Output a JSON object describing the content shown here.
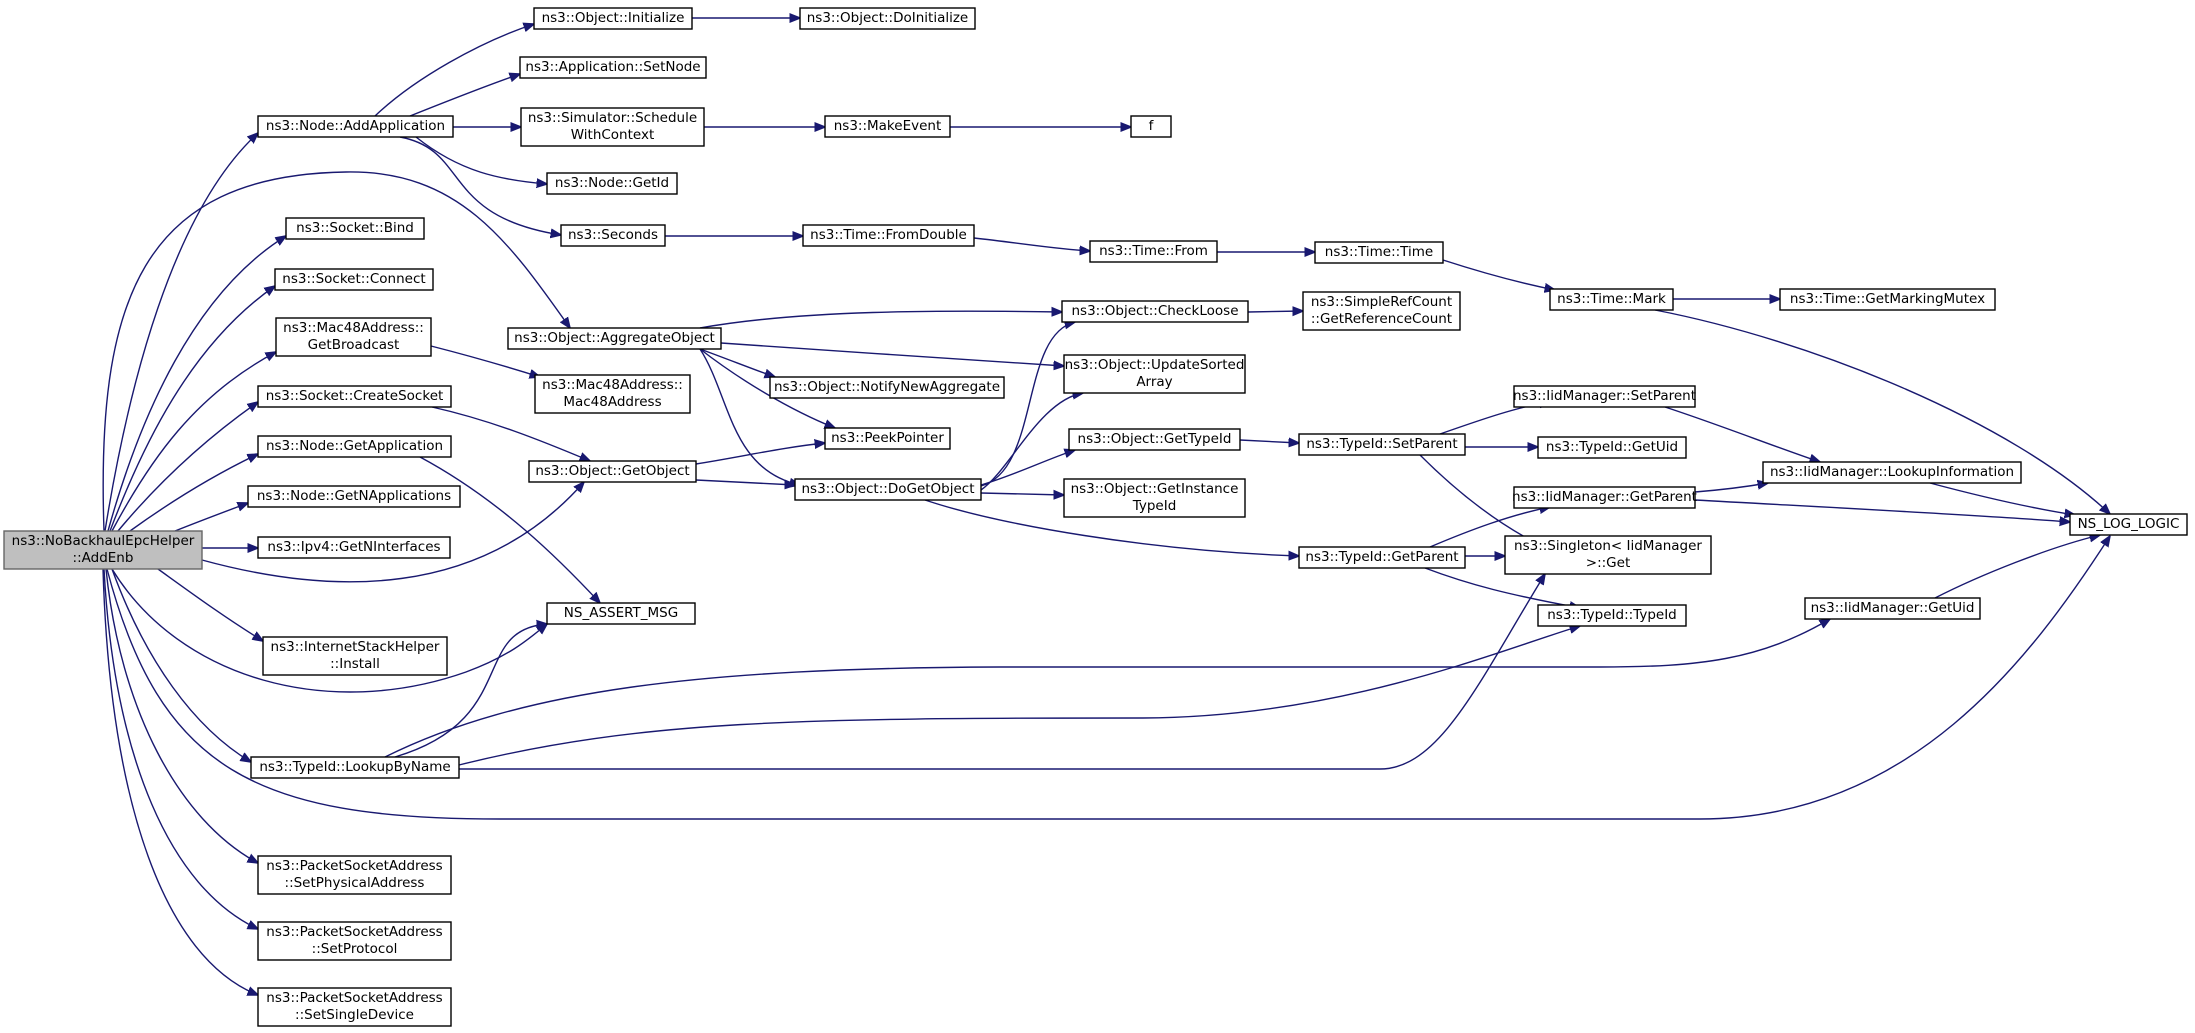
{
  "diagram": {
    "type": "call-graph",
    "colors": {
      "edge": "#191970",
      "node_border": "#000000",
      "root_fill": "#bfbfbf",
      "node_fill": "#ffffff"
    },
    "nodes": [
      {
        "id": "root",
        "name": "node-nobackhaulepchelper-addenb",
        "lines": [
          "ns3::NoBackhaulEpcHelper",
          "::AddEnb"
        ],
        "root": true
      },
      {
        "id": "addApp",
        "name": "node-node-addapplication",
        "lines": [
          "ns3::Node::AddApplication"
        ]
      },
      {
        "id": "sockBind",
        "name": "node-socket-bind",
        "lines": [
          "ns3::Socket::Bind"
        ]
      },
      {
        "id": "sockConnect",
        "name": "node-socket-connect",
        "lines": [
          "ns3::Socket::Connect"
        ]
      },
      {
        "id": "macGetBcast",
        "name": "node-mac48address-getbroadcast",
        "lines": [
          "ns3::Mac48Address::",
          "GetBroadcast"
        ]
      },
      {
        "id": "createSock",
        "name": "node-socket-createsocket",
        "lines": [
          "ns3::Socket::CreateSocket"
        ]
      },
      {
        "id": "getApp",
        "name": "node-node-getapplication",
        "lines": [
          "ns3::Node::GetApplication"
        ]
      },
      {
        "id": "getNApps",
        "name": "node-node-getnapplications",
        "lines": [
          "ns3::Node::GetNApplications"
        ]
      },
      {
        "id": "getNIf",
        "name": "node-ipv4-getninterfaces",
        "lines": [
          "ns3::Ipv4::GetNInterfaces"
        ]
      },
      {
        "id": "install",
        "name": "node-internetstackhelper-install",
        "lines": [
          "ns3::InternetStackHelper",
          "::Install"
        ]
      },
      {
        "id": "lookupByName",
        "name": "node-typeid-lookupbyname",
        "lines": [
          "ns3::TypeId::LookupByName"
        ]
      },
      {
        "id": "setPhys",
        "name": "node-packetsocketaddress-setphysicaladdress",
        "lines": [
          "ns3::PacketSocketAddress",
          "::SetPhysicalAddress"
        ]
      },
      {
        "id": "setProto",
        "name": "node-packetsocketaddress-setprotocol",
        "lines": [
          "ns3::PacketSocketAddress",
          "::SetProtocol"
        ]
      },
      {
        "id": "setSingle",
        "name": "node-packetsocketaddress-setsingledevice",
        "lines": [
          "ns3::PacketSocketAddress",
          "::SetSingleDevice"
        ]
      },
      {
        "id": "objInit",
        "name": "node-object-initialize",
        "lines": [
          "ns3::Object::Initialize"
        ]
      },
      {
        "id": "appSetNode",
        "name": "node-application-setnode",
        "lines": [
          "ns3::Application::SetNode"
        ]
      },
      {
        "id": "schedCtx",
        "name": "node-simulator-schedulewithcontext",
        "lines": [
          "ns3::Simulator::Schedule",
          "WithContext"
        ]
      },
      {
        "id": "nodeGetId",
        "name": "node-node-getid",
        "lines": [
          "ns3::Node::GetId"
        ]
      },
      {
        "id": "seconds",
        "name": "node-seconds",
        "lines": [
          "ns3::Seconds"
        ]
      },
      {
        "id": "aggObj",
        "name": "node-object-aggregateobject",
        "lines": [
          "ns3::Object::AggregateObject"
        ]
      },
      {
        "id": "macCtor",
        "name": "node-mac48address-mac48address",
        "lines": [
          "ns3::Mac48Address::",
          "Mac48Address"
        ]
      },
      {
        "id": "getObj",
        "name": "node-object-getobject",
        "lines": [
          "ns3::Object::GetObject"
        ]
      },
      {
        "id": "assertMsg",
        "name": "node-ns-assert-msg",
        "lines": [
          "NS_ASSERT_MSG"
        ]
      },
      {
        "id": "doInit",
        "name": "node-object-doinitialize",
        "lines": [
          "ns3::Object::DoInitialize"
        ]
      },
      {
        "id": "makeEvent",
        "name": "node-makeevent",
        "lines": [
          "ns3::MakeEvent"
        ]
      },
      {
        "id": "f",
        "name": "node-f",
        "lines": [
          "f"
        ]
      },
      {
        "id": "fromDouble",
        "name": "node-time-fromdouble",
        "lines": [
          "ns3::Time::FromDouble"
        ]
      },
      {
        "id": "notifyAgg",
        "name": "node-object-notifynewaggregate",
        "lines": [
          "ns3::Object::NotifyNewAggregate"
        ]
      },
      {
        "id": "peekPtr",
        "name": "node-peekpointer",
        "lines": [
          "ns3::PeekPointer"
        ]
      },
      {
        "id": "doGetObj",
        "name": "node-object-dogetobject",
        "lines": [
          "ns3::Object::DoGetObject"
        ]
      },
      {
        "id": "checkLoose",
        "name": "node-object-checkloose",
        "lines": [
          "ns3::Object::CheckLoose"
        ]
      },
      {
        "id": "updSorted",
        "name": "node-object-updatesortedarray",
        "lines": [
          "ns3::Object::UpdateSorted",
          "Array"
        ]
      },
      {
        "id": "objGetTypeId",
        "name": "node-object-gettypeid",
        "lines": [
          "ns3::Object::GetTypeId"
        ]
      },
      {
        "id": "getInstTid",
        "name": "node-object-getinstancetypeid",
        "lines": [
          "ns3::Object::GetInstance",
          "TypeId"
        ]
      },
      {
        "id": "timeFrom",
        "name": "node-time-from",
        "lines": [
          "ns3::Time::From"
        ]
      },
      {
        "id": "timeTime",
        "name": "node-time-time",
        "lines": [
          "ns3::Time::Time"
        ]
      },
      {
        "id": "refCount",
        "name": "node-simplerefcount-getreferencecount",
        "lines": [
          "ns3::SimpleRefCount",
          "::GetReferenceCount"
        ]
      },
      {
        "id": "tidSetParent",
        "name": "node-typeid-setparent",
        "lines": [
          "ns3::TypeId::SetParent"
        ]
      },
      {
        "id": "tidGetParent",
        "name": "node-typeid-getparent",
        "lines": [
          "ns3::TypeId::GetParent"
        ]
      },
      {
        "id": "timeMark",
        "name": "node-time-mark",
        "lines": [
          "ns3::Time::Mark"
        ]
      },
      {
        "id": "iidSetParent",
        "name": "node-iidmanager-setparent",
        "lines": [
          "ns3::IidManager::SetParent"
        ]
      },
      {
        "id": "tidGetUid",
        "name": "node-typeid-getuid",
        "lines": [
          "ns3::TypeId::GetUid"
        ]
      },
      {
        "id": "iidGetParent",
        "name": "node-iidmanager-getparent",
        "lines": [
          "ns3::IidManager::GetParent"
        ]
      },
      {
        "id": "singleton",
        "name": "node-singleton-iidmanager-get",
        "lines": [
          "ns3::Singleton< IidManager",
          ">::Get"
        ]
      },
      {
        "id": "tidTypeId",
        "name": "node-typeid-typeid",
        "lines": [
          "ns3::TypeId::TypeId"
        ]
      },
      {
        "id": "getMarkMutex",
        "name": "node-time-getmarkingmutex",
        "lines": [
          "ns3::Time::GetMarkingMutex"
        ]
      },
      {
        "id": "lookupInfo",
        "name": "node-iidmanager-lookupinformation",
        "lines": [
          "ns3::IidManager::LookupInformation"
        ]
      },
      {
        "id": "iidGetUid",
        "name": "node-iidmanager-getuid",
        "lines": [
          "ns3::IidManager::GetUid"
        ]
      },
      {
        "id": "logLogic",
        "name": "node-ns-log-logic",
        "lines": [
          "NS_LOG_LOGIC"
        ]
      }
    ],
    "edges": [
      {
        "from": "root",
        "to": "addApp"
      },
      {
        "from": "root",
        "to": "sockBind"
      },
      {
        "from": "root",
        "to": "sockConnect"
      },
      {
        "from": "root",
        "to": "macGetBcast"
      },
      {
        "from": "root",
        "to": "createSock"
      },
      {
        "from": "root",
        "to": "getApp"
      },
      {
        "from": "root",
        "to": "getNApps"
      },
      {
        "from": "root",
        "to": "getNIf"
      },
      {
        "from": "root",
        "to": "install"
      },
      {
        "from": "root",
        "to": "lookupByName"
      },
      {
        "from": "root",
        "to": "setPhys"
      },
      {
        "from": "root",
        "to": "setProto"
      },
      {
        "from": "root",
        "to": "setSingle"
      },
      {
        "from": "root",
        "to": "aggObj"
      },
      {
        "from": "root",
        "to": "getObj"
      },
      {
        "from": "root",
        "to": "assertMsg"
      },
      {
        "from": "root",
        "to": "logLogic"
      },
      {
        "from": "addApp",
        "to": "objInit"
      },
      {
        "from": "addApp",
        "to": "appSetNode"
      },
      {
        "from": "addApp",
        "to": "schedCtx"
      },
      {
        "from": "addApp",
        "to": "nodeGetId"
      },
      {
        "from": "addApp",
        "to": "seconds"
      },
      {
        "from": "objInit",
        "to": "doInit"
      },
      {
        "from": "schedCtx",
        "to": "makeEvent"
      },
      {
        "from": "makeEvent",
        "to": "f"
      },
      {
        "from": "seconds",
        "to": "fromDouble"
      },
      {
        "from": "fromDouble",
        "to": "timeFrom"
      },
      {
        "from": "timeFrom",
        "to": "timeTime"
      },
      {
        "from": "timeTime",
        "to": "timeMark"
      },
      {
        "from": "timeMark",
        "to": "getMarkMutex"
      },
      {
        "from": "timeMark",
        "to": "logLogic"
      },
      {
        "from": "macGetBcast",
        "to": "macCtor"
      },
      {
        "from": "createSock",
        "to": "getObj"
      },
      {
        "from": "getApp",
        "to": "assertMsg"
      },
      {
        "from": "aggObj",
        "to": "checkLoose"
      },
      {
        "from": "aggObj",
        "to": "updSorted"
      },
      {
        "from": "aggObj",
        "to": "notifyAgg"
      },
      {
        "from": "aggObj",
        "to": "peekPtr"
      },
      {
        "from": "aggObj",
        "to": "doGetObj"
      },
      {
        "from": "getObj",
        "to": "peekPtr"
      },
      {
        "from": "getObj",
        "to": "doGetObj"
      },
      {
        "from": "doGetObj",
        "to": "checkLoose"
      },
      {
        "from": "doGetObj",
        "to": "updSorted"
      },
      {
        "from": "doGetObj",
        "to": "objGetTypeId"
      },
      {
        "from": "doGetObj",
        "to": "getInstTid"
      },
      {
        "from": "doGetObj",
        "to": "tidGetParent"
      },
      {
        "from": "checkLoose",
        "to": "refCount"
      },
      {
        "from": "objGetTypeId",
        "to": "tidSetParent"
      },
      {
        "from": "tidSetParent",
        "to": "iidSetParent"
      },
      {
        "from": "tidSetParent",
        "to": "tidGetUid"
      },
      {
        "from": "tidSetParent",
        "to": "singleton"
      },
      {
        "from": "tidGetParent",
        "to": "iidGetParent"
      },
      {
        "from": "tidGetParent",
        "to": "singleton"
      },
      {
        "from": "tidGetParent",
        "to": "tidTypeId"
      },
      {
        "from": "iidSetParent",
        "to": "lookupInfo"
      },
      {
        "from": "iidGetParent",
        "to": "lookupInfo"
      },
      {
        "from": "iidGetParent",
        "to": "logLogic"
      },
      {
        "from": "lookupInfo",
        "to": "logLogic"
      },
      {
        "from": "iidGetUid",
        "to": "logLogic"
      },
      {
        "from": "lookupByName",
        "to": "assertMsg"
      },
      {
        "from": "lookupByName",
        "to": "iidGetUid"
      },
      {
        "from": "lookupByName",
        "to": "tidTypeId"
      },
      {
        "from": "lookupByName",
        "to": "singleton"
      }
    ]
  }
}
